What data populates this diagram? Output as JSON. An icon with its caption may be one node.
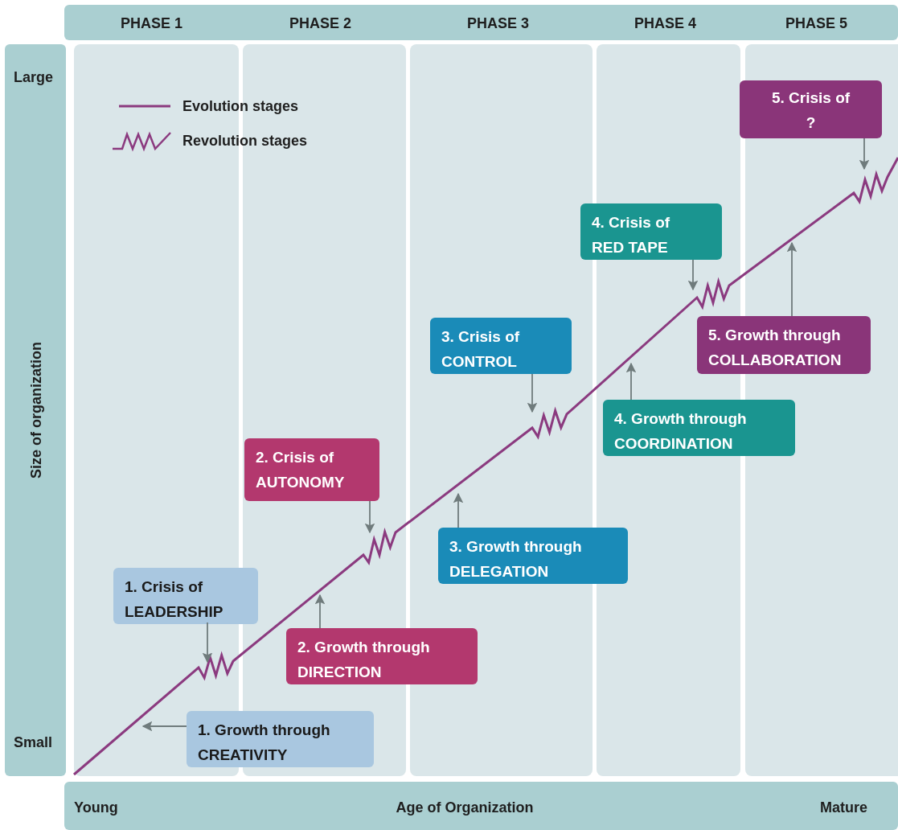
{
  "diagram": {
    "nodes": [
      {
        "text": [
          "1. Growth through CREATIVITY"
        ]
      },
      {
        "text": [
          "1. Crisis of LEADERSHIP"
        ]
      },
      {
        "text": [
          "2. Growth through DIRECTION"
        ]
      },
      {
        "text": [
          "2. Crisis of AUTONOMY"
        ]
      },
      {
        "text": [
          "3. Growth through DELEGATION"
        ]
      },
      {
        "text": [
          "3. Crisis of CONTROL"
        ]
      },
      {
        "text": [
          "4. Growth through COORDINATION"
        ]
      },
      {
        "text": [
          "4. Crisis of RED TAPE"
        ]
      },
      {
        "text": [
          "5. Growth through COLLABORATION"
        ]
      },
      {
        "text": [
          "5. Crisis of ?"
        ]
      }
    ],
    "edges": [
      {
        "from": 0,
        "to": null,
        "arrow": "to"
      },
      {
        "from": 1,
        "to": null,
        "arrow": "to"
      },
      {
        "from": 2,
        "to": null,
        "arrow": "to"
      },
      {
        "from": 3,
        "to": null,
        "arrow": "to"
      },
      {
        "from": 4,
        "to": null,
        "arrow": "to"
      },
      {
        "from": 5,
        "to": null,
        "arrow": "to"
      },
      {
        "from": 6,
        "to": null,
        "arrow": "to"
      },
      {
        "from": 7,
        "to": null,
        "arrow": "to"
      },
      {
        "from": 8,
        "to": null,
        "arrow": "to"
      },
      {
        "from": 9,
        "to": null,
        "arrow": "to"
      }
    ],
    "labels": [
      "PHASE 1",
      "PHASE 2",
      "PHASE 3",
      "PHASE 4",
      "PHASE 5",
      "Large",
      "Size of organization",
      "Small",
      "Young",
      "Age of Organization",
      "Mature"
    ],
    "legend": [
      {
        "text": "Evolution stages"
      },
      {
        "text": "Revolution stages"
      }
    ]
  }
}
